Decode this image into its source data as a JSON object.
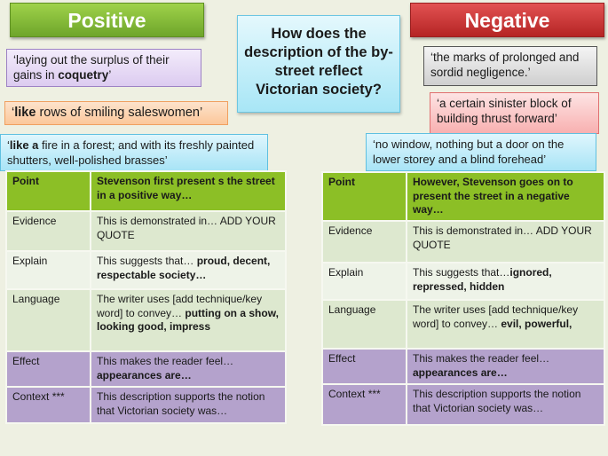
{
  "positive_title": "Positive",
  "negative_title": "Negative",
  "question": "How does the description of the by-street reflect Victorian society?",
  "positive_quotes": [
    [
      {
        "t": "‘laying out the surplus of their gains in "
      },
      {
        "t": "coquetry",
        "b": true
      },
      {
        "t": "’"
      }
    ],
    [
      {
        "t": "‘"
      },
      {
        "t": "like",
        "b": true
      },
      {
        "t": " rows of smiling saleswomen’"
      }
    ],
    [
      {
        "t": "‘"
      },
      {
        "t": "like a",
        "b": true
      },
      {
        "t": " fire in a forest; and with its freshly painted shutters, well-polished brasses’"
      }
    ]
  ],
  "negative_quotes": [
    [
      {
        "t": "‘the marks of prolonged and sordid negligence.’"
      }
    ],
    [
      {
        "t": "‘a certain sinister block of building thrust forward’"
      }
    ],
    [
      {
        "t": "‘no window, nothing but a door on the lower storey and a blind forehead’"
      }
    ]
  ],
  "positive_table": [
    {
      "label": "Point",
      "content": [
        {
          "t": "Stevenson first present s the street in a positive way…"
        }
      ]
    },
    {
      "label": "Evidence",
      "content": [
        {
          "t": "This is demonstrated in… ADD YOUR QUOTE"
        }
      ]
    },
    {
      "label": "Explain",
      "content": [
        {
          "t": "This suggests that… "
        },
        {
          "t": "proud, decent, respectable society…",
          "b": true
        }
      ]
    },
    {
      "label": "Language",
      "content": [
        {
          "t": "The writer uses [add technique/key word] to convey… "
        },
        {
          "t": "putting on a show, looking good, impress",
          "b": true
        }
      ]
    },
    {
      "label": "Effect",
      "content": [
        {
          "t": "This makes the reader feel…"
        },
        {
          "t": "appearances are…",
          "b": true
        }
      ]
    },
    {
      "label": "Context ***",
      "content": [
        {
          "t": "This description supports the notion that Victorian society was…"
        }
      ]
    }
  ],
  "negative_table": [
    {
      "label": "Point",
      "content": [
        {
          "t": "However, Stevenson goes on to present the street in a negative way…"
        }
      ]
    },
    {
      "label": "Evidence",
      "content": [
        {
          "t": "This is demonstrated in… ADD YOUR QUOTE"
        }
      ]
    },
    {
      "label": "Explain",
      "content": [
        {
          "t": "This suggests that…"
        },
        {
          "t": "ignored, repressed, hidden",
          "b": true
        }
      ]
    },
    {
      "label": "Language",
      "content": [
        {
          "t": "The writer uses [add technique/key word] to convey… "
        },
        {
          "t": "evil, powerful,",
          "b": true
        }
      ]
    },
    {
      "label": "Effect",
      "content": [
        {
          "t": "This makes the reader feel…"
        },
        {
          "t": "appearances are…",
          "b": true
        }
      ]
    },
    {
      "label": "Context ***",
      "content": [
        {
          "t": "This description supports the notion that Victorian society was…"
        }
      ]
    }
  ]
}
